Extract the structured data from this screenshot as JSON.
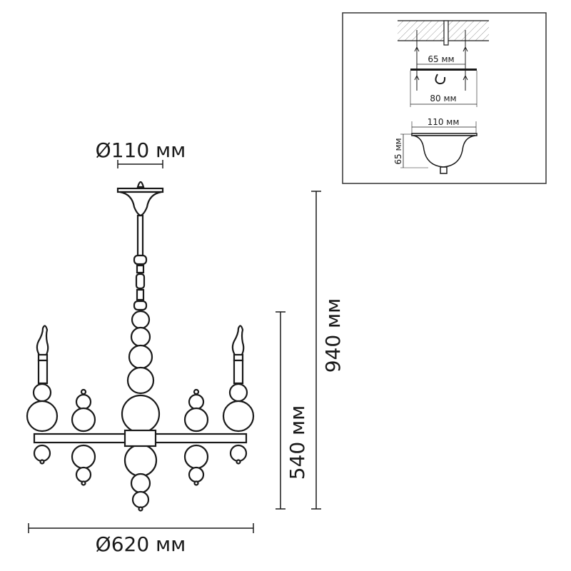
{
  "dimensions": {
    "canopy_diameter": "Ø110 мм",
    "total_diameter": "Ø620 мм",
    "body_height": "540 мм",
    "total_height": "940 мм"
  },
  "mounting_inset": {
    "screw_spacing": "65 мм",
    "plate_width": "80 мм",
    "canopy_width": "110 мм",
    "canopy_height": "65 мм"
  }
}
